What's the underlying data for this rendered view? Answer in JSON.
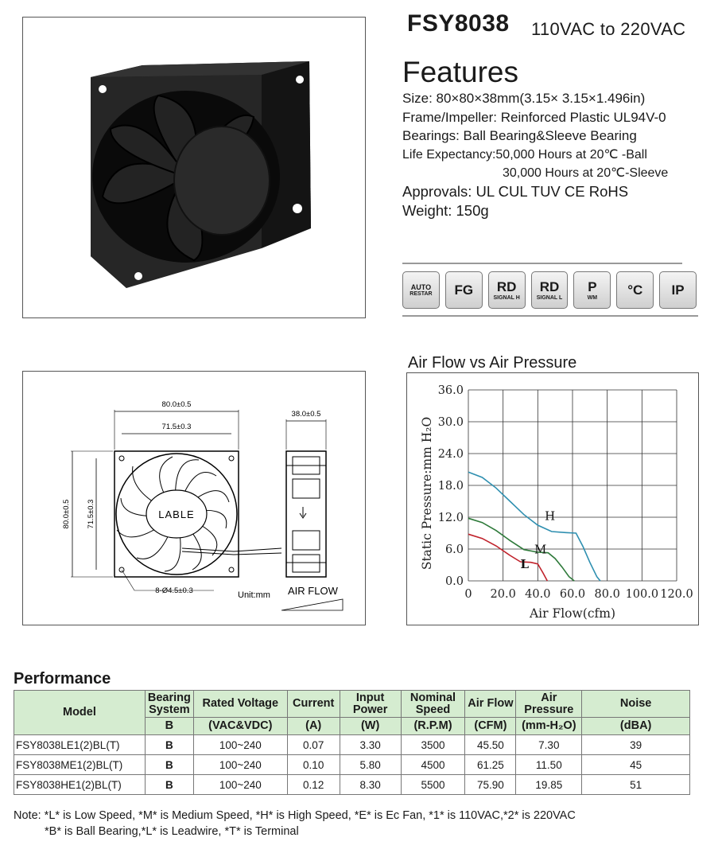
{
  "header": {
    "model": "FSY8038",
    "voltage": "110VAC to 220VAC"
  },
  "features": {
    "heading": "Features",
    "size": "Size: 80×80×38mm(3.15× 3.15×1.496in)",
    "frame": "Frame/Impeller:  Reinforced Plastic UL94V-0",
    "bearings": "Bearings: Ball Bearing&Sleeve Bearing",
    "life1": "Life Expectancy:50,000 Hours at 20℃  -Ball",
    "life2": "30,000 Hours at 20℃-Sleeve",
    "approvals": "Approvals:   UL CUL TUV CE  RoHS",
    "weight": "Weight: 150g"
  },
  "feature_icons": [
    {
      "name": "auto-restart-icon",
      "top": "AUTO",
      "bottom": "RESTAR"
    },
    {
      "name": "fg-signal-icon",
      "top": "FG",
      "bottom": ""
    },
    {
      "name": "rd-signal-high-icon",
      "top": "RD",
      "bottom": "SIGNAL H"
    },
    {
      "name": "rd-signal-low-icon",
      "top": "RD",
      "bottom": "SIGNAL L"
    },
    {
      "name": "pwm-icon",
      "top": "P",
      "bottom": "WM"
    },
    {
      "name": "temperature-icon",
      "top": "°C",
      "bottom": ""
    },
    {
      "name": "ip-rating-icon",
      "top": "IP",
      "bottom": ""
    }
  ],
  "drawing": {
    "dim_width": "80.0±0.5",
    "dim_hole_spacing": "71.5±0.3",
    "dim_depth": "38.0±0.5",
    "dim_height": "80.0±0.5",
    "dim_hole_spacing_v": "71.5±0.3",
    "hole": "8-Ø4.5±0.3",
    "label": "LABLE",
    "unit": "Unit:mm",
    "airflow": "AIR FLOW"
  },
  "chart_data": {
    "type": "line",
    "title": "Air Flow vs Air Pressure",
    "xlabel": "Air Flow(cfm)",
    "ylabel": "Static Pressure:mm H₂O",
    "xlim": [
      0,
      120
    ],
    "ylim": [
      0,
      36
    ],
    "x_ticks": [
      "0",
      "20.0",
      "40.0",
      "60.0",
      "80.0",
      "100.0",
      "120.0"
    ],
    "y_ticks": [
      "36.0",
      "30.0",
      "24.0",
      "18.0",
      "12.0",
      "6.0",
      "0.0"
    ],
    "grid": true,
    "series": [
      {
        "name": "H",
        "color": "#2e8fb0",
        "x": [
          0,
          8,
          16,
          24,
          32,
          40,
          48,
          56,
          62,
          66,
          70,
          74,
          76
        ],
        "y": [
          20.5,
          19.5,
          17.5,
          15,
          12.5,
          10.5,
          9.3,
          9.1,
          9.0,
          6.5,
          3.5,
          0.8,
          0
        ]
      },
      {
        "name": "M",
        "color": "#2e7a3a",
        "x": [
          0,
          8,
          16,
          24,
          32,
          40,
          46,
          50,
          54,
          58,
          61
        ],
        "y": [
          11.8,
          11,
          9.5,
          7.6,
          5.9,
          5.4,
          5.3,
          4.2,
          2.6,
          0.8,
          0
        ]
      },
      {
        "name": "L",
        "color": "#c0222b",
        "x": [
          0,
          8,
          16,
          24,
          30,
          36,
          40,
          43,
          45.5
        ],
        "y": [
          8.8,
          8,
          6.6,
          4.8,
          3.6,
          3.5,
          3.2,
          1.5,
          0
        ]
      }
    ]
  },
  "performance": {
    "title": "Performance",
    "headers": [
      {
        "label": "Model",
        "unit": ""
      },
      {
        "label": "Bearing System",
        "unit": "B"
      },
      {
        "label": "Rated Voltage",
        "unit": "(VAC&VDC)"
      },
      {
        "label": "Current",
        "unit": "(A)"
      },
      {
        "label": "Input Power",
        "unit": "(W)"
      },
      {
        "label": "Nominal Speed",
        "unit": "(R.P.M)"
      },
      {
        "label": "Air Flow",
        "unit": "(CFM)"
      },
      {
        "label": "Air Pressure",
        "unit": "(mm-H₂O)"
      },
      {
        "label": "Noise",
        "unit": "(dBA)"
      }
    ],
    "rows": [
      [
        "FSY8038LE1(2)BL(T)",
        "B",
        "100~240",
        "0.07",
        "3.30",
        "3500",
        "45.50",
        "7.30",
        "39"
      ],
      [
        "FSY8038ME1(2)BL(T)",
        "B",
        "100~240",
        "0.10",
        "5.80",
        "4500",
        "61.25",
        "11.50",
        "45"
      ],
      [
        "FSY8038HE1(2)BL(T)",
        "B",
        "100~240",
        "0.12",
        "8.30",
        "5500",
        "75.90",
        "19.85",
        "51"
      ]
    ]
  },
  "notes": {
    "line1": "Note: *L* is Low Speed, *M* is Medium Speed, *H* is High Speed, *E* is Ec Fan, *1* is 110VAC,*2* is 220VAC",
    "line2": "*B* is Ball Bearing,*L* is Leadwire, *T* is Terminal"
  }
}
